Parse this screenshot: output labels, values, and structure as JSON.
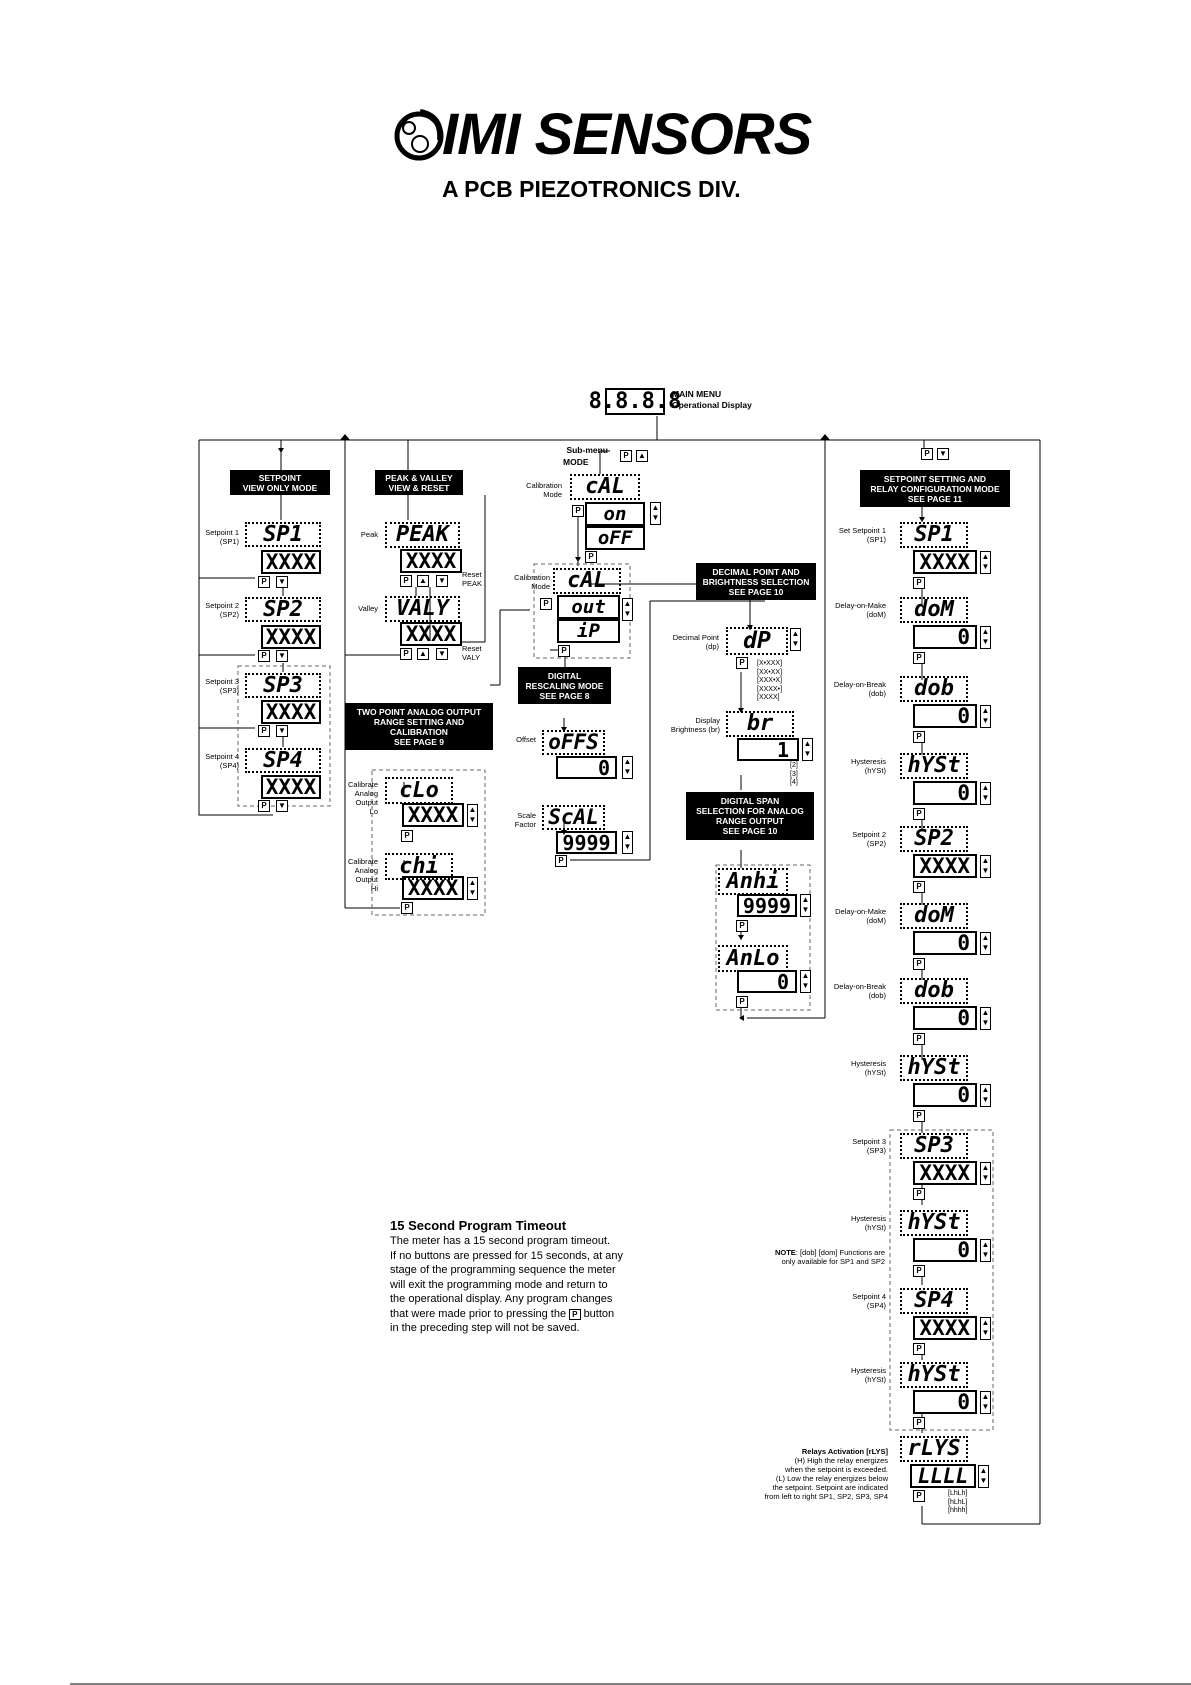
{
  "logo": {
    "brand": "IMI SENSORS",
    "sub": "A PCB PIEZOTRONICS DIV."
  },
  "main_menu": {
    "display": "8.8.8.8",
    "title": "MAIN MENU",
    "subtitle": "Operational Display"
  },
  "submenu": {
    "label": "Sub-menu",
    "mode": "MODE"
  },
  "setpoint_view": {
    "header": [
      "SETPOINT",
      "VIEW ONLY MODE"
    ],
    "items": [
      {
        "label": "Setpoint 1",
        "abbr": "(SP1)",
        "code": "SP1",
        "value": "XXXX"
      },
      {
        "label": "Setpoint 2",
        "abbr": "(SP2)",
        "code": "SP2",
        "value": "XXXX"
      },
      {
        "label": "Setpoint 3",
        "abbr": "(SP3)",
        "code": "SP3",
        "value": "XXXX"
      },
      {
        "label": "Setpoint 4",
        "abbr": "(SP4)",
        "code": "SP4",
        "value": "XXXX"
      }
    ]
  },
  "peak_valley": {
    "header": [
      "PEAK & VALLEY",
      "VIEW & RESET"
    ],
    "peak_label": "Peak",
    "peak_code": "PEAK",
    "peak_value": "XXXX",
    "reset_peak": [
      "Reset",
      "PEAK"
    ],
    "valley_label": "Valley",
    "valley_code": "VALY",
    "valley_value": "XXXX",
    "reset_valy": [
      "Reset",
      "VALY"
    ]
  },
  "calibration": {
    "label": [
      "Calibration",
      "Mode"
    ],
    "code": "cAL",
    "opt1": "on",
    "opt2": "oFF",
    "label2": [
      "Calibration",
      "Mode"
    ],
    "code2": "cAL",
    "out": "out",
    "ip": "iP"
  },
  "two_point": {
    "header": [
      "TWO POINT ANALOG OUTPUT",
      "RANGE SETTING AND",
      "CALIBRATION",
      "SEE PAGE 9"
    ],
    "lo_label": [
      "Calibrate",
      "Analog",
      "Output",
      "Lo"
    ],
    "lo_code": "cLo",
    "lo_value": "XXXX",
    "hi_label": [
      "Calibrate",
      "Analog",
      "Output",
      "Hi"
    ],
    "hi_code": "chi",
    "hi_value": "XXXX"
  },
  "rescaling": {
    "header": [
      "DIGITAL",
      "RESCALING MODE",
      "SEE PAGE 8"
    ],
    "offset_label": "Offset",
    "offset_code": "oFFS",
    "offset_value": "0",
    "scale_label": [
      "Scale",
      "Factor"
    ],
    "scale_code": "ScAL",
    "scale_value": "9999"
  },
  "decimal": {
    "header": [
      "DECIMAL POINT AND",
      "BRIGHTNESS SELECTION",
      "SEE PAGE 10"
    ],
    "dp_label": [
      "Decimal Point",
      "(dp)"
    ],
    "dp_code": "dP",
    "dp_options": [
      "[X•XXX]",
      "[XX•XX]",
      "[XXX•X]",
      "[XXXX•]",
      "[XXXX]"
    ],
    "br_label": [
      "Display",
      "Brightness (br)"
    ],
    "br_code": "br",
    "br_value": "1",
    "br_options": [
      "[2]",
      "[3]",
      "[4]"
    ]
  },
  "span": {
    "header": [
      "DIGITAL SPAN",
      "SELECTION FOR ANALOG",
      "RANGE OUTPUT",
      "SEE PAGE 10"
    ],
    "hi_code": "Anhi",
    "hi_value": "9999",
    "lo_code": "AnLo",
    "lo_value": "0"
  },
  "setpoint_config": {
    "header": [
      "SETPOINT SETTING AND",
      "RELAY CONFIGURATION MODE",
      "SEE PAGE 11"
    ],
    "items": [
      {
        "label": [
          "Set Setpoint 1",
          "(SP1)"
        ],
        "code": "SP1",
        "value": "XXXX"
      },
      {
        "label": [
          "Delay-on-Make",
          "(doM)"
        ],
        "code": "doM",
        "value": "0"
      },
      {
        "label": [
          "Delay-on-Break",
          "(dob)"
        ],
        "code": "dob",
        "value": "0"
      },
      {
        "label": [
          "Hysteresis",
          "(hYSt)"
        ],
        "code": "hYSt",
        "value": "0"
      },
      {
        "label": [
          "Setpoint 2",
          "(SP2)"
        ],
        "code": "SP2",
        "value": "XXXX"
      },
      {
        "label": [
          "Delay-on-Make",
          "(doM)"
        ],
        "code": "doM",
        "value": "0"
      },
      {
        "label": [
          "Delay-on-Break",
          "(dob)"
        ],
        "code": "dob",
        "value": "0"
      },
      {
        "label": [
          "Hysteresis",
          "(hYSt)"
        ],
        "code": "hYSt",
        "value": "0"
      },
      {
        "label": [
          "Setpoint 3",
          "(SP3)"
        ],
        "code": "SP3",
        "value": "XXXX"
      },
      {
        "label": [
          "Hysteresis",
          "(hYSt)"
        ],
        "code": "hYSt",
        "value": "0"
      },
      {
        "label": [
          "Setpoint 4",
          "(SP4)"
        ],
        "code": "SP4",
        "value": "XXXX"
      },
      {
        "label": [
          "Hysteresis",
          "(hYSt)"
        ],
        "code": "hYSt",
        "value": "0"
      }
    ],
    "note_bold": "NOTE",
    "note": [
      ": [dob] [dom] Functions are",
      "only available for SP1 and SP2"
    ],
    "relays_code": "rLYS",
    "relays_value": "LLLL",
    "relays_label": [
      "Relays Activation [rLYS]",
      "(H) High the relay energizes",
      "when the setpoint is exceeded.",
      "(L) Low the relay energizes below",
      "the setpoint. Setpoint are indicated",
      "from left to right SP1, SP2,  SP3, SP4"
    ],
    "relays_options": [
      "[LhLh]",
      "[hLhL]",
      "[hhhh]"
    ]
  },
  "timeout": {
    "title": "15 Second Program Timeout",
    "lines": [
      "The meter has a 15 second program timeout.",
      "If no buttons are pressed for 15 seconds, at any",
      "stage of the programming sequence the meter",
      "will exit the programming mode and return to",
      "the operational display. Any program changes",
      "that were made prior to pressing the",
      "button",
      "in the preceding step will not be saved."
    ],
    "p_key": "P"
  },
  "keys": {
    "p": "P",
    "up": "▲",
    "down": "▼"
  }
}
